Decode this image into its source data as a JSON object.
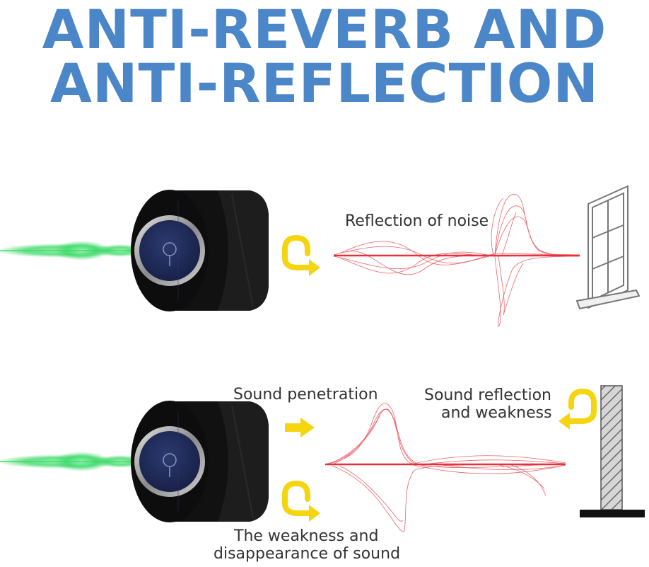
{
  "title": {
    "line1": "ANTI-REVERB AND",
    "line2": "ANTI-REFLECTION"
  },
  "top_panel": {
    "label": "Reflection of noise"
  },
  "bottom_panel": {
    "penetration_label": "Sound penetration",
    "reflection_label_line1": "Sound reflection",
    "reflection_label_line2": "and weakness",
    "weakness_label_line1": "The weakness and",
    "weakness_label_line2": "disappearance of sound"
  },
  "colors": {
    "title": "#4a86c8",
    "wave": "#e8303a",
    "arrow": "#f5d50f",
    "beam": "#3fd96b",
    "device": "#141414",
    "screen": "#1e2a55"
  },
  "icons": [
    "microphone-shield-device",
    "u-turn-arrow",
    "right-arrow",
    "window-icon",
    "wall-icon"
  ]
}
